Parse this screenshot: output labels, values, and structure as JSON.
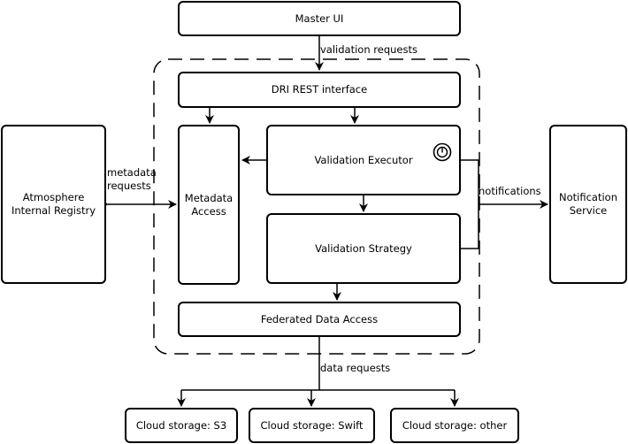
{
  "nodes": {
    "master_ui": "Master UI",
    "dri_rest": "DRI REST interface",
    "metadata_access": "Metadata\nAccess",
    "validation_executor": "Validation Executor",
    "validation_strategy": "Validation Strategy",
    "federated_data_access": "Federated Data Access",
    "atmosphere_registry": "Atmosphere\nInternal Registry",
    "notification_service": "Notification\nService",
    "cloud_s3": "Cloud storage: S3",
    "cloud_swift": "Cloud storage: Swift",
    "cloud_other": "Cloud storage: other"
  },
  "edge_labels": {
    "validation_requests": "validation requests",
    "metadata_requests": "metadata\nrequests",
    "notifications": "notifications",
    "data_requests": "data requests"
  },
  "icons": {
    "executor_icon": "power-icon"
  }
}
